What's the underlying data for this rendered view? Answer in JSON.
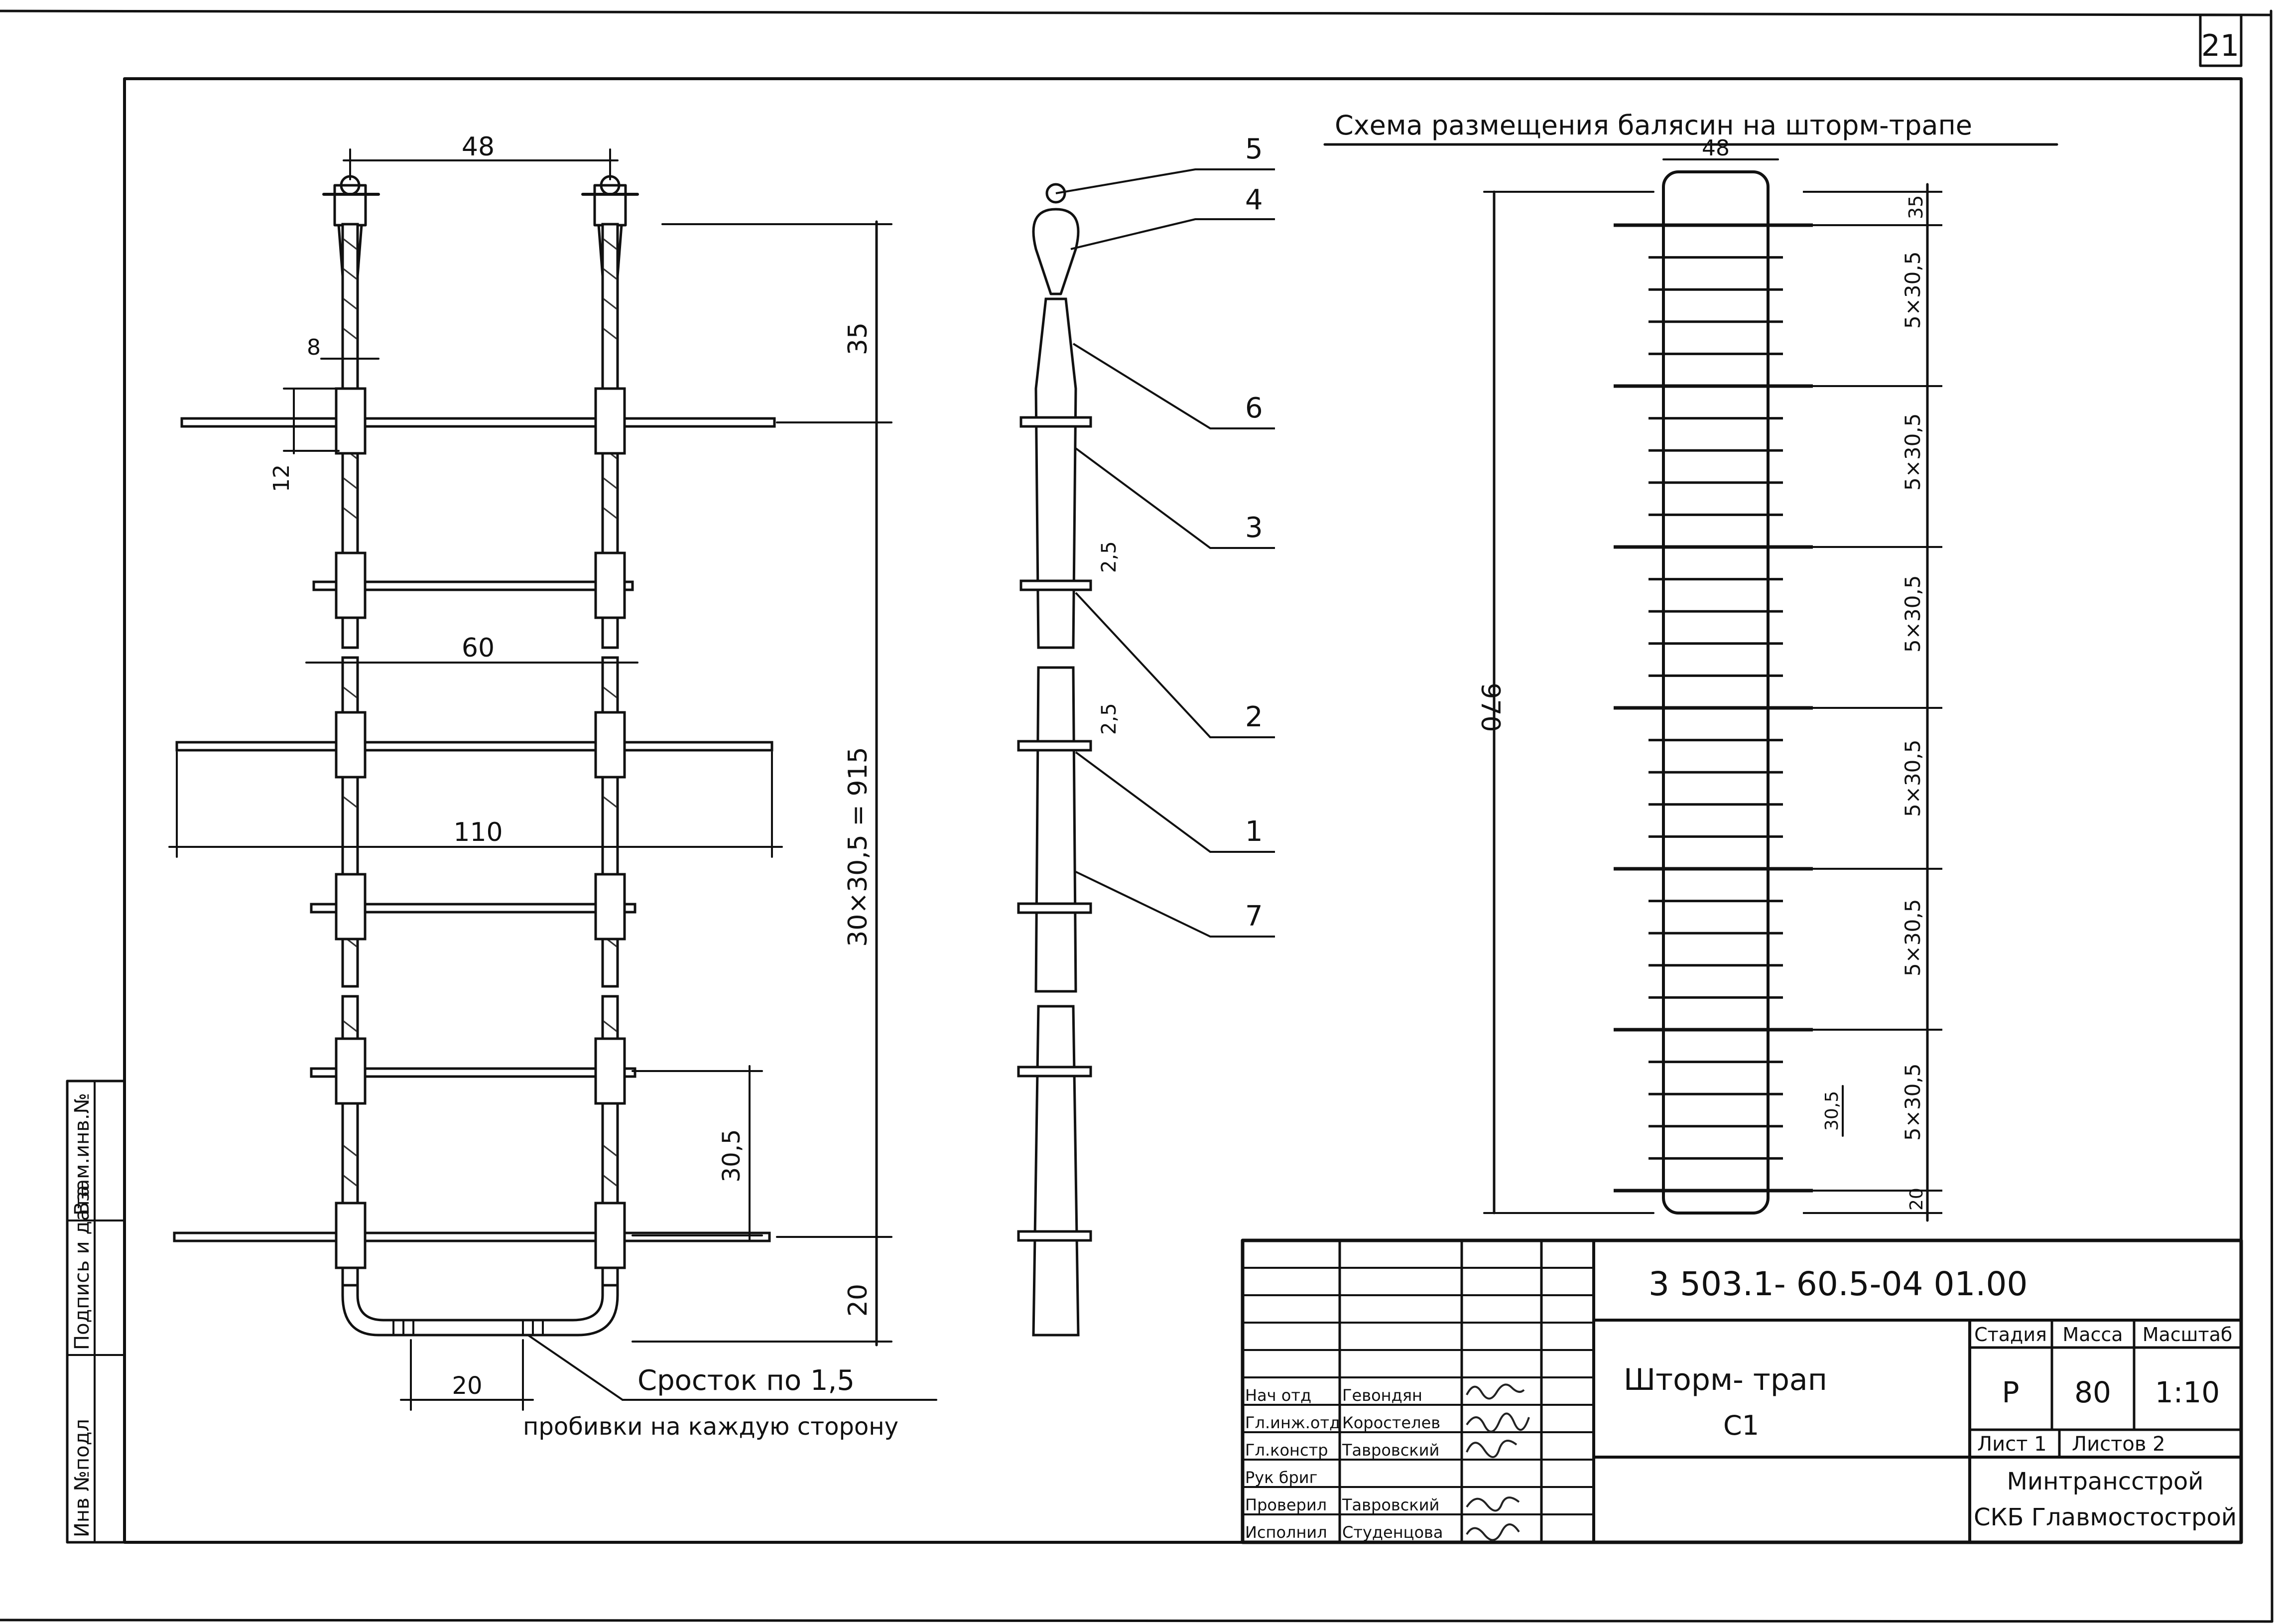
{
  "sheet": {
    "page_number": "21",
    "stamp_cells": [
      "Инв №подл",
      "Подпись и дата",
      "Взам.инв.№"
    ]
  },
  "ladder": {
    "dims": {
      "top_width": "48",
      "top_span": "35",
      "middle_span": "30×30,5 = 915",
      "bottom_span": "20",
      "gap_8": "8",
      "gap_12": "12",
      "width_60": "60",
      "width_110": "110",
      "step_305": "30,5",
      "splice_20": "20"
    },
    "splice_note_line1": "Сросток по 1,5",
    "splice_note_line2": "пробивки на каждую сторону"
  },
  "side_view": {
    "callouts": [
      "5",
      "4",
      "6",
      "3",
      "2",
      "1",
      "7"
    ],
    "dim_a": "2,5",
    "dim_b": "2,5"
  },
  "scheme": {
    "title": "Схема размещения балясин на шторм-трапе",
    "width": "48",
    "overall_height": "970",
    "top": "35",
    "segments": [
      "5×30,5",
      "5×30,5",
      "5×30,5",
      "5×30,5",
      "5×30,5",
      "5×30,5"
    ],
    "step": "30,5",
    "bottom": "20"
  },
  "title_block": {
    "document_code": "3 503.1- 60.5-04 01.00",
    "product_name": "Шторм- трап",
    "product_mark": "С1",
    "headers": [
      "Стадия",
      "Масса",
      "Масштаб"
    ],
    "values": [
      "Р",
      "80",
      "1:10"
    ],
    "sheet_label": "Лист 1",
    "sheets_label": "Листов 2",
    "org_line1": "Минтрансстрой",
    "org_line2": "СКБ Главмостострой",
    "roles": [
      {
        "role": "Нач отд",
        "name": "Гевондян"
      },
      {
        "role": "Гл.инж.отд",
        "name": "Коростелев"
      },
      {
        "role": "Гл.констр",
        "name": "Тавровский"
      },
      {
        "role": "Рук бриг",
        "name": ""
      },
      {
        "role": "Проверил",
        "name": "Тавровский"
      },
      {
        "role": "Исполнил",
        "name": "Студенцова"
      }
    ]
  }
}
